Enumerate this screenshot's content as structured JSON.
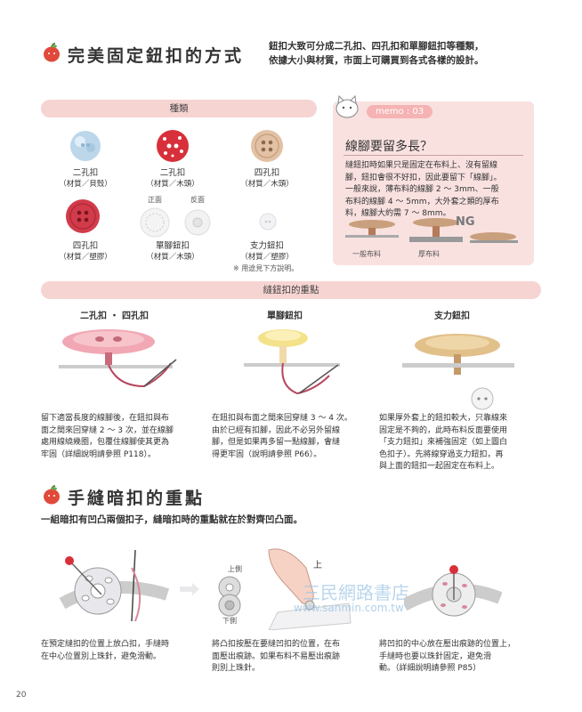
{
  "section1": {
    "title": "完美固定鈕扣的方式",
    "intro_lines": [
      "鈕扣大致可分成二孔扣、四孔扣和單腳鈕扣等種類，",
      "依據大小與材質，市面上可購買到各式各樣的設計。"
    ]
  },
  "types": {
    "band_label": "種類",
    "items": [
      {
        "name": "二孔扣",
        "material": "（材質／貝殼）"
      },
      {
        "name": "二孔扣",
        "material": "（材質／木頭）"
      },
      {
        "name": "四孔扣",
        "material": "（材質／木頭）"
      },
      {
        "name": "四孔扣",
        "material": "（材質／塑膠）"
      },
      {
        "name": "單腳鈕扣",
        "material": "（材質／木頭）"
      },
      {
        "name": "支力鈕扣",
        "material": "（材質／塑膠）"
      }
    ],
    "front_label": "正面",
    "back_label": "反面",
    "support_note": "※ 用途見下方說明。"
  },
  "memo": {
    "tag": "memo : 03",
    "title": "線腳要留多長？",
    "text_lines": [
      "縫鈕扣時如果只是固定在布料上、沒有留線",
      "腳，鈕扣會很不好扣，因此要留下「線腳」。",
      "一般來說，薄布料的線腳 2 ～ 3mm、一般",
      "布料的線腳 4 ～ 5mm，大外套之類的厚布",
      "料，線腳大約需 7 ～ 8mm。"
    ],
    "labels": [
      "一般布料",
      "厚布料"
    ],
    "ng_label": "NG"
  },
  "points": {
    "band_label": "縫鈕扣的重點",
    "columns": [
      {
        "heading": "二孔扣 ・ 四孔扣",
        "lines": [
          "留下適當長度的線腳後，在鈕扣與布",
          "面之間來回穿縫 2 ～ 3 次，並在線腳",
          "處用線繞幾圈，包覆住線腳使其更為",
          "牢固（詳細說明請參照 P118）。"
        ]
      },
      {
        "heading": "單腳鈕扣",
        "lines": [
          "在鈕扣與布面之間來回穿縫 3 ～ 4 次。",
          "由於已經有扣腳，因此不必另外留線",
          "腳，但是如果再多留一點線腳，會縫",
          "得更牢固（說明請參照 P66）。"
        ]
      },
      {
        "heading": "支力鈕扣",
        "lines": [
          "如果厚外套上的鈕扣較大，只靠線來",
          "固定是不夠的，此時布料反面要使用",
          "「支力鈕扣」來補強固定（如上圖白",
          "色扣子）。先將線穿過支力鈕扣，再",
          "與上面的鈕扣一起固定在布料上。"
        ]
      }
    ]
  },
  "section2": {
    "title": "手縫暗扣的重點",
    "intro": "一組暗扣有凹凸兩個扣子，縫暗扣時的重點就在於對齊凹凸面。",
    "upper_label": "上側",
    "lower_label": "下側",
    "up_label": "上",
    "columns": [
      {
        "lines": [
          "在預定縫扣的位置上放凸扣，手縫時",
          "在中心位置別上珠針，避免滑動。"
        ]
      },
      {
        "lines": [
          "將凸扣按壓在要縫凹扣的位置，在布",
          "面壓出痕跡。如果布料不易壓出痕跡",
          "則別上珠針。"
        ]
      },
      {
        "lines": [
          "將凹扣的中心放在壓出痕跡的位置上，",
          "手縫時也要以珠針固定，避免滑",
          "動。（詳細說明請參照 P85）"
        ]
      }
    ]
  },
  "watermark": {
    "text": "三民網路書店",
    "url": "www.sanmin.com.tw"
  },
  "page_number": "20",
  "colors": {
    "band": "#f6d4d2",
    "memo_bg": "#f9e1e0",
    "memo_tag": "#f5b3b3",
    "apple": "#e04a3a"
  }
}
